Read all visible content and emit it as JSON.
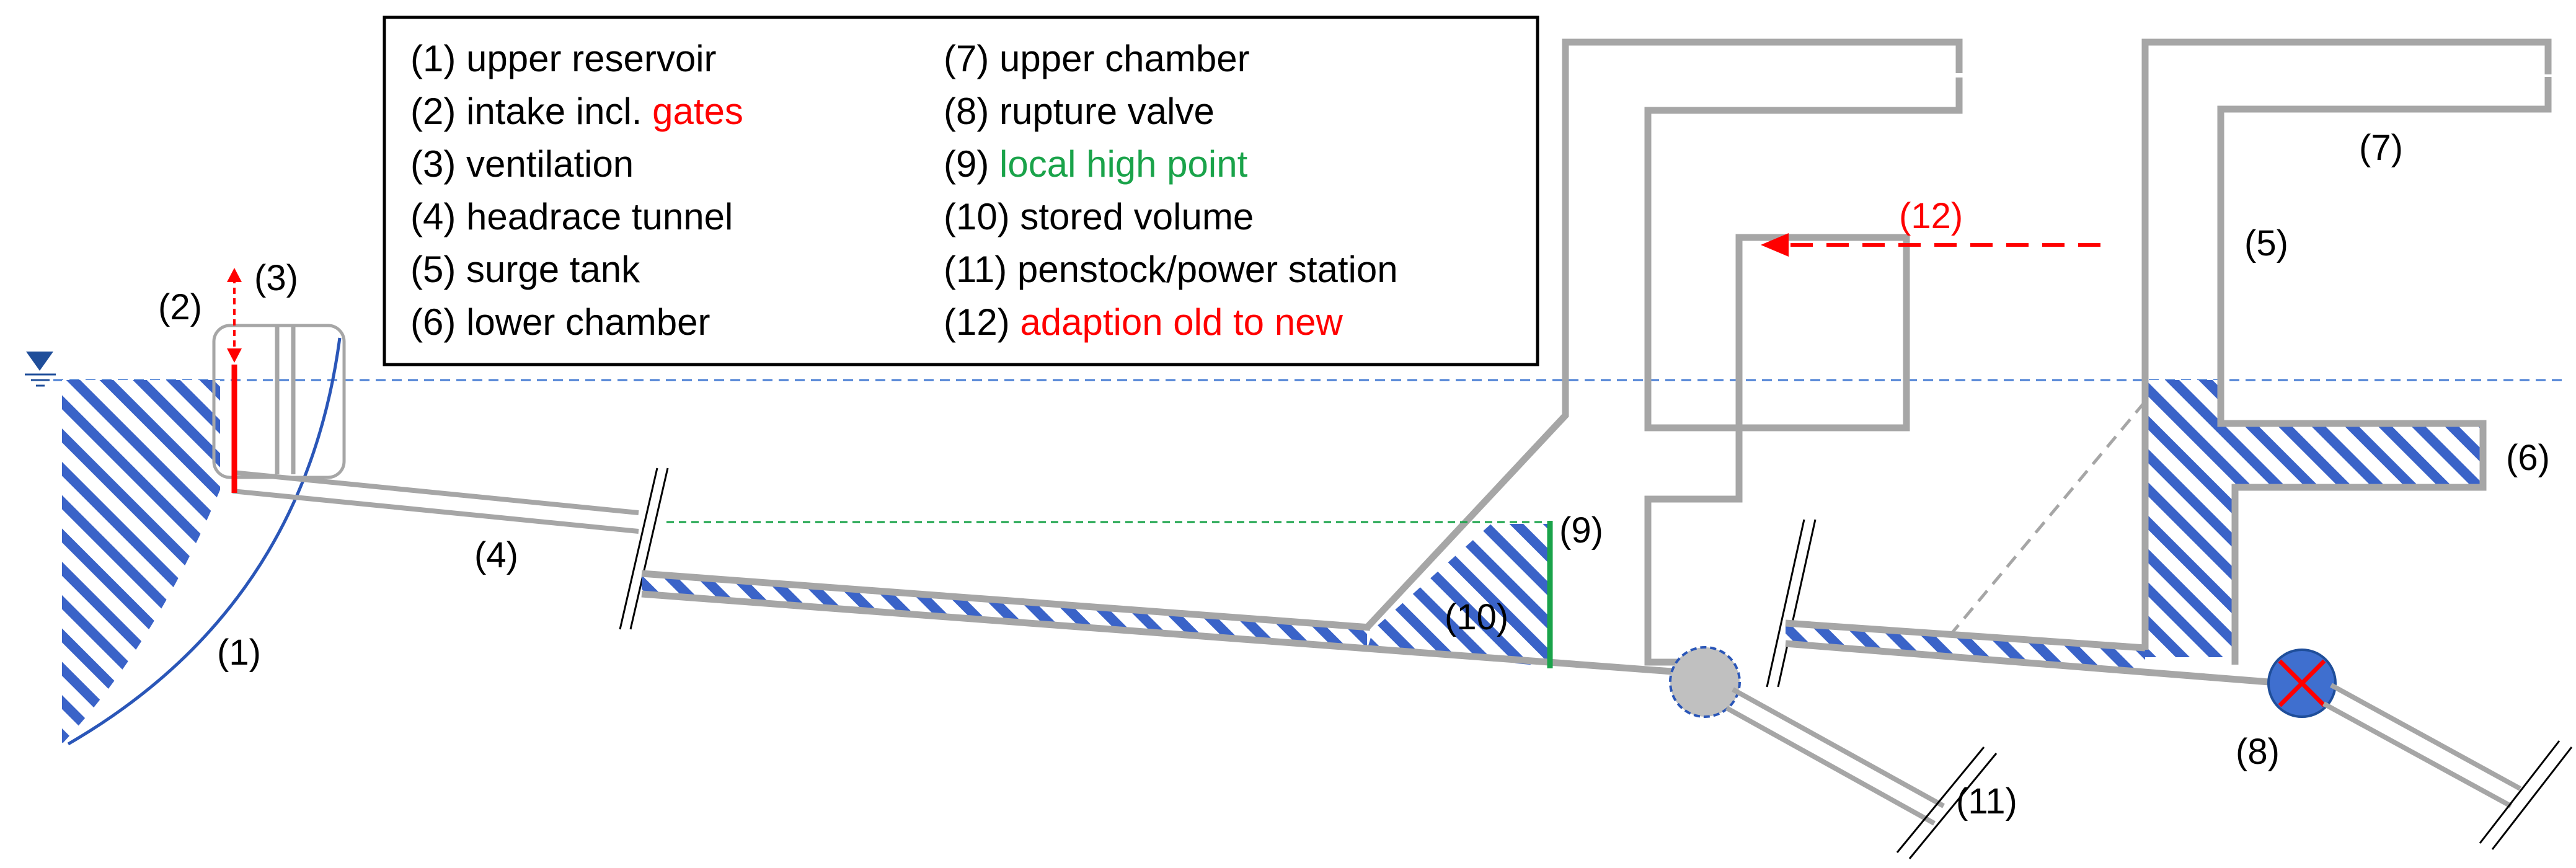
{
  "legend": {
    "left": [
      {
        "text": "(1) upper reservoir",
        "extra": ""
      },
      {
        "text": "(2) intake incl. ",
        "extra": "gates"
      },
      {
        "text": "(3) ventilation",
        "extra": ""
      },
      {
        "text": "(4) headrace tunnel",
        "extra": ""
      },
      {
        "text": "(5) surge tank",
        "extra": ""
      },
      {
        "text": "(6) lower chamber",
        "extra": ""
      }
    ],
    "right": [
      {
        "text": "(7) upper chamber",
        "extra": ""
      },
      {
        "text": "(8) rupture valve",
        "extra": ""
      },
      {
        "text": "(9) ",
        "extra": "local high point"
      },
      {
        "text": "(10) stored volume",
        "extra": ""
      },
      {
        "text": "(11) penstock/power station",
        "extra": ""
      },
      {
        "text": "(12) ",
        "extra": "adaption old to new"
      }
    ]
  },
  "labels": {
    "l1": "(1)",
    "l2": "(2)",
    "l3": "(3)",
    "l4": "(4)",
    "l5": "(5)",
    "l6": "(6)",
    "l7": "(7)",
    "l8": "(8)",
    "l9": "(9)",
    "l10": "(10)",
    "l11": "(11)",
    "l12": "(12)"
  },
  "colors": {
    "water_hatch": "#3a63c8",
    "pipe": "#a6a6a6",
    "gate": "#ff0000",
    "high_point": "#1aa34a",
    "adaption_arrow": "#ff0000",
    "valve_fill": "#3f6fcf",
    "waterline": "#4a7fd4"
  },
  "icons": {
    "water_level": "inverted-triangle-icon",
    "rupture_valve": "x-circle-valve-icon",
    "junction": "dashed-circle-junction-icon"
  }
}
